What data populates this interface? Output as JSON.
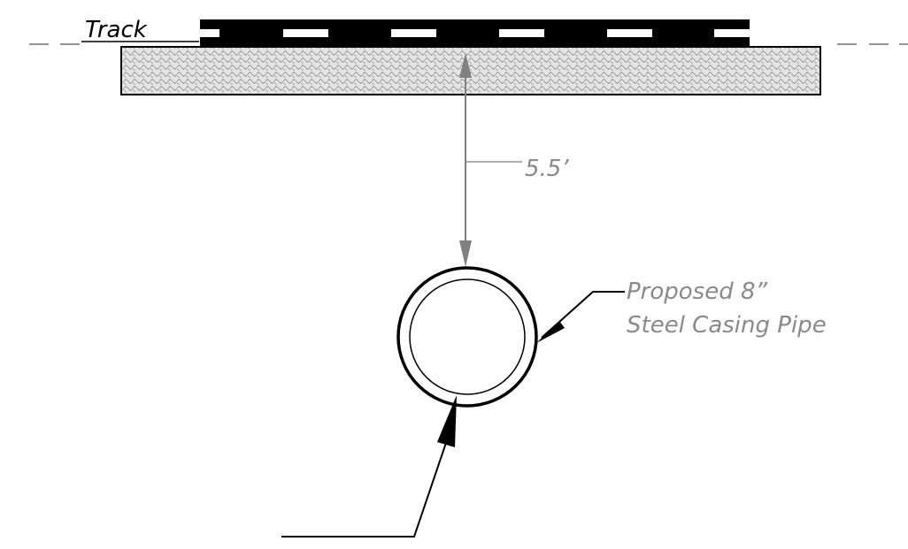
{
  "labels": {
    "track": "Track",
    "depth": "5.5’",
    "pipe_line1": "Proposed 8”",
    "pipe_line2": "Steel Casing Pipe"
  },
  "colors": {
    "line": "#000000",
    "dimension": "#808080",
    "annotation_text": "#8a8a8a",
    "track_text": "#000000",
    "ballast_fill": "#e4e4e4",
    "ballast_pattern": "#9a9a9a",
    "background": "#ffffff"
  }
}
